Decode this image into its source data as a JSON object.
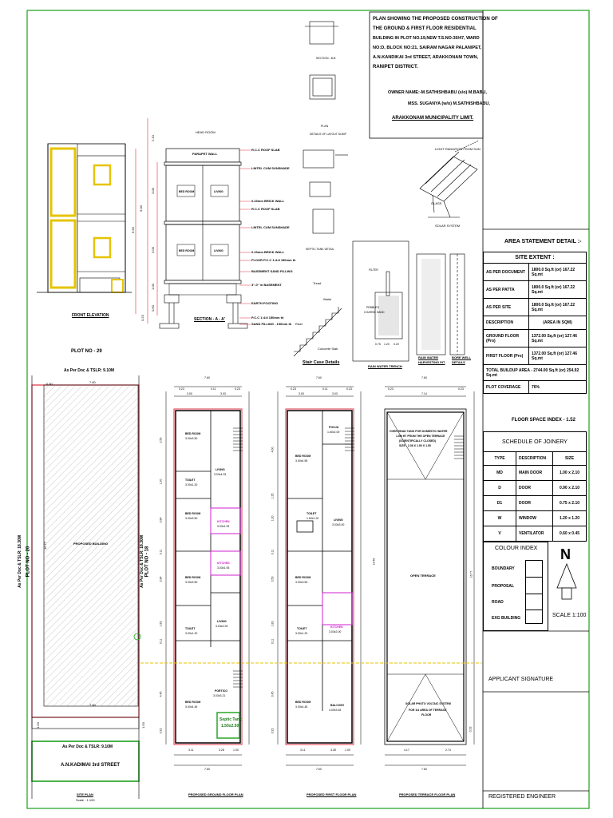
{
  "title_block": {
    "lines": [
      "PLAN SHOWING THE PROPOSED CONSTRUCTION OF",
      "THE GROUND & FIRST FLOOR RESIDENTIAL",
      "BUILDING IN PLOT NO.19,NEW T.S.NO:30/47, WARD",
      "NO:D, BLOCK NO:21, SAIRAM NAGAR PALANIPET,",
      "A.N.KANDIKAI 3rd STREET, ARAKKONAM TOWN,",
      "RANIPET DISTRICT."
    ],
    "owner_1": "OWNER NAME:-M.SATHISHBABU (s/o) M.BABU,",
    "owner_2": "MSS. SUGANYA (w/o) M.SATHISHBABU,",
    "authority": "ARAKKONAM MUNICIPALITY LIMIT."
  },
  "area_statement": {
    "heading": "AREA STATEMENT DETAIL :-",
    "site_extent": "SITE EXTENT :",
    "rows": [
      {
        "label": "AS PER DOCUMENT",
        "value": "1800.0 Sq.ft (or) 167.22 Sq.mt"
      },
      {
        "label": "AS PER PATTA",
        "value": "1800.0 Sq.ft (or) 167.22 Sq.mt"
      },
      {
        "label": "AS PER SITE",
        "value": "1800.0 Sq.ft (or) 167.22 Sq.mt"
      },
      {
        "label": "DESCRIPTION",
        "value": "(AREA IN SQM)"
      },
      {
        "label": "GROUND FLOOR (Pro)",
        "value": "1372.00 Sq.ft (or) 127.46 Sq.mt"
      },
      {
        "label": "FIRST FLOOR (Pro)",
        "value": "1372.00 Sq.ft (or) 127.46 Sq.mt"
      }
    ],
    "total": "TOTAL BUILDUP AREA - 2744.00 Sq.ft (or) 254.92 Sq.mt",
    "coverage_label": "PLOT COVERAGE",
    "coverage_value": "76%",
    "fsi": "FLOOR SPACE INDEX - 1.52"
  },
  "joinery": {
    "heading": "SCHEDULE OF JOINERY",
    "columns": [
      "TYPE",
      "DESCRIPTION",
      "SIZE"
    ],
    "rows": [
      [
        "MD",
        "MAIN DOOR",
        "1.00 x 2.10"
      ],
      [
        "D",
        "DOOR",
        "0.90 x 2.10"
      ],
      [
        "D1",
        "DOOR",
        "0.75 x 2.10"
      ],
      [
        "W",
        "WINDOW",
        "1.20 x 1.20"
      ],
      [
        "V",
        "VENTILATOR",
        "0.60 x 0.45"
      ]
    ]
  },
  "colour_index": {
    "heading": "COLOUR INDEX",
    "items": [
      "BOUNDARY",
      "PROPOSAL",
      "ROAD",
      "EXG BUILDING"
    ],
    "north": "N",
    "scale": "SCALE 1:100"
  },
  "signatures": {
    "applicant": "APPLICANT SIGNATURE",
    "engineer": "REGISTERED ENGINEER"
  },
  "elevation": {
    "front_title": "FRONT ELEVATION",
    "section_title": "SECTION - A - A'",
    "head_room": "HEAD ROOM",
    "parapet": "PARAPET WALL",
    "notes": [
      "R.C.C ROOF SLAB",
      "LINTEL CUM SUNSHADE",
      "0.23mm BRICK WALL",
      "R.C.C ROOF SLAB",
      "LINTEL CUM SUNSHADE",
      "0.23mm BRICK WALL",
      "FLOOR P.C.C 1:4:8 150mm th",
      "BASEMENT SAND FILLING",
      "3\"-0\" in BASEMENT",
      "EARTH FOOTING",
      "P.C.C 1:4:8 150mm th",
      "SAND FILLING - 150mm th"
    ],
    "section_rooms": [
      "BED ROOM",
      "LIVING",
      "BED ROOM",
      "LIVING"
    ],
    "levels": [
      "3.00",
      "3.00",
      "2.10",
      "9.00",
      "6.90",
      "1.00",
      "0.60",
      "0.23"
    ]
  },
  "details": {
    "stair_title": "Stair Case Details",
    "stair_labels": [
      "Tread",
      "Riser",
      "Waist",
      "Concrete Slab"
    ],
    "trench_title": "RAIN WATER TRENCH",
    "rwh_title": "RAIN WATER HARVESTING PIT",
    "bore_title": "BORE WELL DETAILS",
    "solar_label": "SOLAR SYSTEM",
    "sun_label": "LIGHT RADIATION FROM SUN",
    "glass_label": "GLASS",
    "septic_title": "SEPTIC TANK DETAIL",
    "detail_titles": [
      "SECTION - B-B",
      "PLAN",
      "DETAILS OF LAYOUT SUMP"
    ],
    "trench_labels": [
      "PEBBLES",
      "COARSE SAND",
      "FILTER",
      "0.75",
      "1.20",
      "0.20"
    ]
  },
  "site_plan": {
    "plot_no": "PLOT NO - 29",
    "deed_top": "As Per Doc & TSLR: 9.10M",
    "left_plot": "PLOT NO - 20",
    "left_deed": "As Per Doc & TSLR: 18.30M",
    "right_plot": "PLOT NO - 18",
    "right_deed": "As Per Doc & TSLR: 18.30M",
    "building": "PROPOSED BUILDING",
    "deed_bottom": "As Per Doc & TSLR: 9.10M",
    "street": "A.N.KADIMAI 3rd STREET",
    "title": "SITE PLAN",
    "scale": "Scale - 1:100",
    "dims": [
      "7.60",
      "7.60",
      "1.53",
      "1.53",
      "16.77",
      "0.60"
    ]
  },
  "ground_floor": {
    "title": "PROPOSED GROUND FLOOR PLAN",
    "rooms": [
      {
        "name": "BED ROOM",
        "size": "3.00x3.50"
      },
      {
        "name": "LIVING",
        "size": "3.03x4.93"
      },
      {
        "name": "TOILET",
        "size": "3.00x1.20"
      },
      {
        "name": "BED ROOM",
        "size": "3.00x3.50"
      },
      {
        "name": "KITCHEN",
        "size": "3.03x1.93"
      },
      {
        "name": "BED ROOM",
        "size": "3.00x3.50"
      },
      {
        "name": "KITCHEN",
        "size": "3.03x1.93"
      },
      {
        "name": "TOILET",
        "size": "3.00x1.20"
      },
      {
        "name": "LIVING",
        "size": "3.03x4.94"
      },
      {
        "name": "BED ROOM",
        "size": "3.00x4.45"
      },
      {
        "name": "PORTICO",
        "size": "3.03x3.21"
      }
    ],
    "septic": "Septic Tank",
    "septic_size": "1.50x2.50",
    "dims_top": [
      "7.60",
      "0.23",
      "3.00",
      "0.11",
      "3.03",
      "0.23"
    ],
    "dims_bottom": [
      "3.11",
      "3.28",
      "1.00",
      "7.60"
    ],
    "dims_side": [
      "2.50",
      "1.20",
      "2.84",
      "0.11",
      "2.84",
      "1.83",
      "0.11",
      "4.45",
      "0.23"
    ]
  },
  "first_floor": {
    "title": "PROPOSED FIRST FLOOR PLAN",
    "rooms": [
      {
        "name": "POOJA",
        "size": "1.60x2.00"
      },
      {
        "name": "BED ROOM",
        "size": "3.00x4.55"
      },
      {
        "name": "TOILET",
        "size": "1.60x1.20"
      },
      {
        "name": "LIVING",
        "size": "3.03x3.00"
      },
      {
        "name": "BED ROOM",
        "size": "3.00x3.50"
      },
      {
        "name": "KITCHEN",
        "size": "3.03x2.00"
      },
      {
        "name": "TOILET",
        "size": "3.00x1.20"
      },
      {
        "name": "BED ROOM",
        "size": "3.00x4.45"
      },
      {
        "name": "BALCONY",
        "size": "4.00x3.45"
      }
    ],
    "dims_top": [
      "7.60",
      "0.23",
      "3.00",
      "0.11",
      "3.03",
      "0.23"
    ],
    "dims_bottom": [
      "3.11",
      "3.28",
      "1.00",
      "7.60"
    ],
    "dims_side": [
      "4.00",
      "1.35",
      "1.20",
      "0.11",
      "3.50",
      "1.83",
      "0.11",
      "3.45",
      "0.23"
    ]
  },
  "terrace": {
    "title": "PROPOSED TERRACE FLOOR PLAN",
    "note_1": "OVER HEAD TANK FOR DOMESTIC WATER",
    "note_2": "1.5M HT FROM THE OPEN TERRACE",
    "note_3": "(SCIENTIFICALLY CLOSED)",
    "note_4": "SIZE - 2.36 X 1.50 X 1.50",
    "open": "OPEN TERRACE",
    "solar_1": "SOLAR PHOTO VOLTAIC SYSTEM",
    "solar_2": "FOR 1/4 AREA OF TERRACE",
    "solar_3": "FLOOR",
    "dims_top": [
      "7.60",
      "0.23",
      "7.14",
      "0.23"
    ],
    "dims_bottom": [
      "4.17",
      "2.74",
      "7.60"
    ],
    "dims_side": [
      "16.46",
      "16.77",
      "0.23"
    ]
  },
  "colors": {
    "boundary": "#e03040",
    "proposal": "#d020d0",
    "road": "#1aa01a",
    "yellow": "#f5e300",
    "dashed": "#e6c400"
  }
}
